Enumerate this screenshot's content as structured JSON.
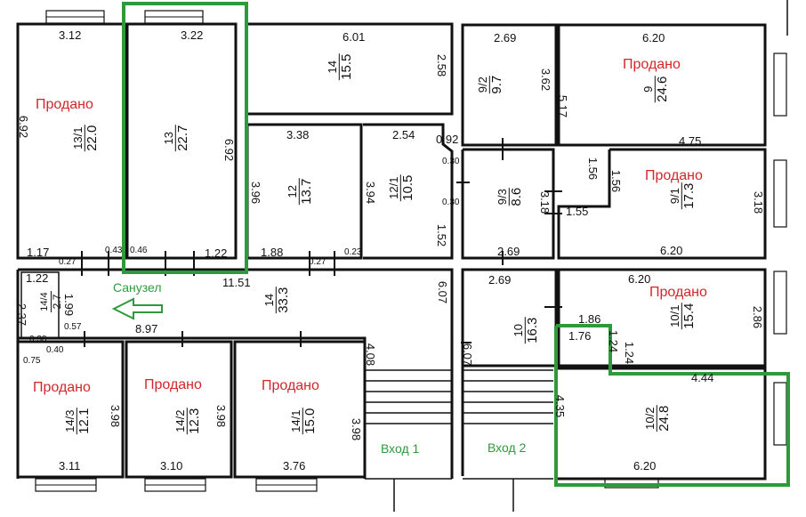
{
  "status": {
    "sold": "Продано"
  },
  "labels": {
    "bathroom": "Санузел",
    "entrance1": "Вход 1",
    "entrance2": "Вход 2"
  },
  "rooms": {
    "r13_1": {
      "num": "13/1",
      "area": "22.0",
      "sold": true
    },
    "r13": {
      "num": "13",
      "area": "22.7"
    },
    "r14_top": {
      "num": "14",
      "area": "15.5"
    },
    "r12": {
      "num": "12",
      "area": "13.7"
    },
    "r12_1": {
      "num": "12/1",
      "area": "10.5"
    },
    "r9_2": {
      "num": "9/2",
      "area": "9.7"
    },
    "r9": {
      "num": "9",
      "area": "24.6",
      "sold": true
    },
    "r9_3": {
      "num": "9/3",
      "area": "8.6"
    },
    "r9_1": {
      "num": "9/1",
      "area": "17.3",
      "sold": true
    },
    "r14_4": {
      "num": "14/4",
      "area": "2.7"
    },
    "r14_corr": {
      "num": "14",
      "area": "33.3"
    },
    "r10": {
      "num": "10",
      "area": "16.3"
    },
    "r10_1": {
      "num": "10/1",
      "area": "15.4",
      "sold": true
    },
    "r10_2": {
      "num": "10/2",
      "area": "24.8"
    },
    "r14_3": {
      "num": "14/3",
      "area": "12.1",
      "sold": true
    },
    "r14_2": {
      "num": "14/2",
      "area": "12.3",
      "sold": true
    },
    "r14_1": {
      "num": "14/1",
      "area": "15.0",
      "sold": true
    }
  },
  "dims": {
    "d312": "3.12",
    "d322": "3.22",
    "d601": "6.01",
    "d258": "2.58",
    "d269a": "2.69",
    "d620a": "6.20",
    "d362": "3.62",
    "d517": "5.17",
    "d692a": "6.92",
    "d692b": "6.92",
    "d338": "3.38",
    "d254": "2.54",
    "d092": "0.92",
    "d030a": "0.30",
    "d030b": "0.30",
    "d396": "3.96",
    "d394": "3.94",
    "d152": "1.52",
    "d475": "4.75",
    "d156a": "1.56",
    "d156b": "1.56",
    "d155": "1.55",
    "d318a": "3.18",
    "d318b": "3.18",
    "d269b": "2.69",
    "d620b": "6.20",
    "d117": "1.17",
    "d043": "0.43",
    "d046": "0.46",
    "d122a": "1.22",
    "d188": "1.88",
    "d027a": "0.27",
    "d027b": "0.27",
    "d023": "0.23",
    "d122b": "1.22",
    "d1151": "11.51",
    "d607a": "6.07",
    "d269c": "2.69",
    "d620c": "6.20",
    "d199": "1.99",
    "d237": "2.37",
    "d057": "0.57",
    "d038": "0.38",
    "d897": "8.97",
    "d075": "0.75",
    "d040": "0.40",
    "d408": "4.08",
    "d607b": "6.07",
    "d186": "1.86",
    "d176": "1.76",
    "d124a": "1.24",
    "d124b": "1.24",
    "d286": "2.86",
    "d444": "4.44",
    "d435": "4.35",
    "d398a": "3.98",
    "d398b": "3.98",
    "d398c": "3.98",
    "d311": "3.11",
    "d310": "3.10",
    "d376": "3.76",
    "d620d": "6.20"
  },
  "colors": {
    "sold": "#d4262b",
    "highlight": "#2f9a3c"
  }
}
